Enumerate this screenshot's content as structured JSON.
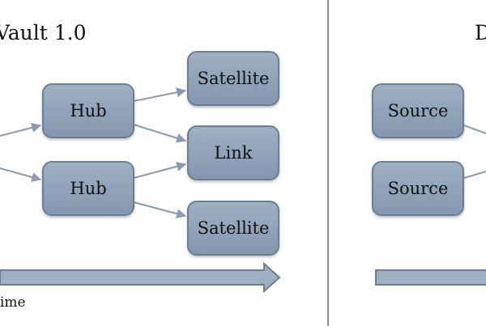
{
  "left": {
    "title": "Vault 1.0",
    "nodes": {
      "hub_top": "Hub",
      "hub_bottom": "Hub",
      "satellite_top": "Satellite",
      "link": "Link",
      "satellite_bottom": "Satellite"
    },
    "axis_label": "ime"
  },
  "right": {
    "title": "D",
    "nodes": {
      "source_top": "Source",
      "source_bottom": "Source"
    }
  },
  "colors": {
    "node_fill": "#8da0b6",
    "node_border": "#6d7e93",
    "arrow": "#8a9ab0",
    "divider": "#8a8a8a"
  }
}
